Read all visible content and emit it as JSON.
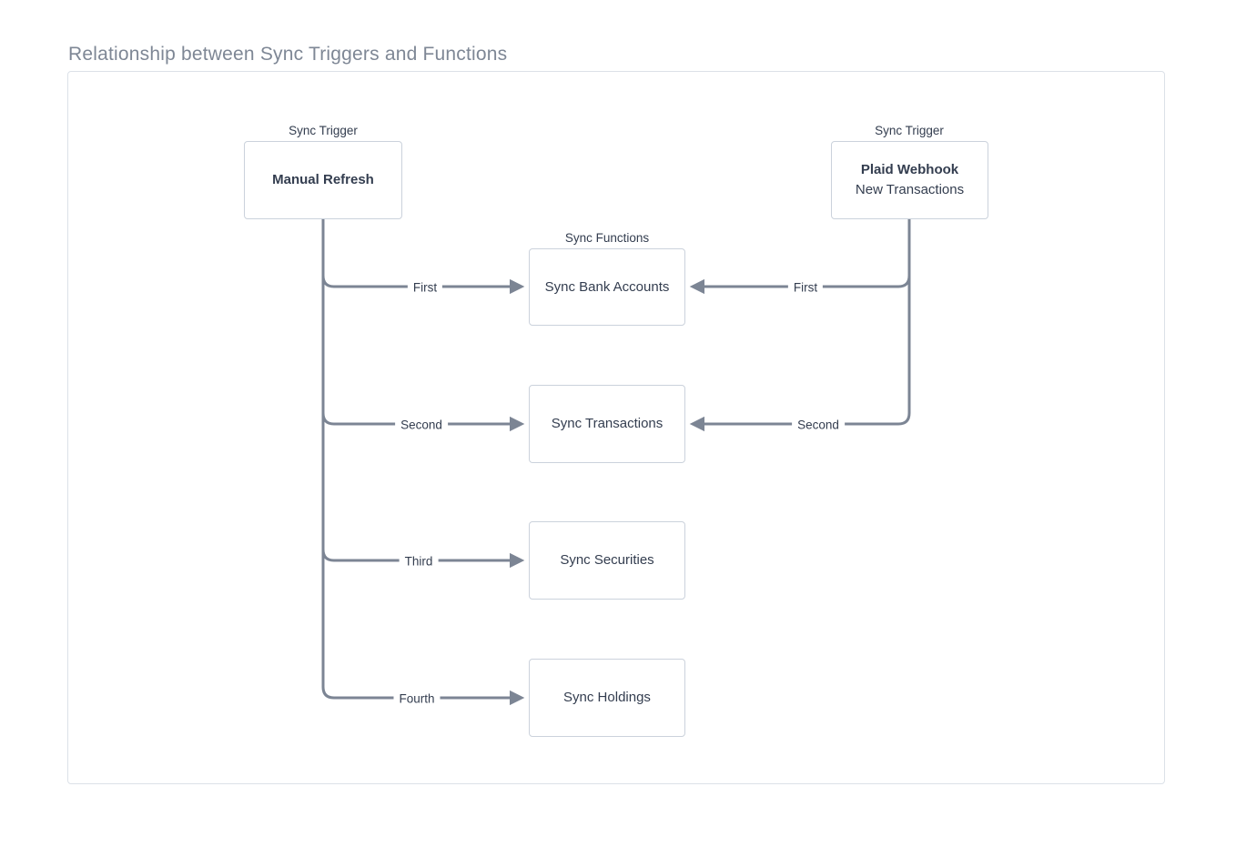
{
  "page": {
    "title": "Relationship between Sync Triggers and Functions"
  },
  "colors": {
    "line": "#7c8594",
    "box_border": "#cbd2dc",
    "container_border": "#dce1e8",
    "title_text": "#7e8795",
    "dark_text": "#333d4f"
  },
  "triggers": {
    "manual_refresh": {
      "group_label": "Sync Trigger",
      "title": "Manual Refresh"
    },
    "plaid_webhook": {
      "group_label": "Sync Trigger",
      "title": "Plaid Webhook",
      "subtitle": "New Transactions"
    }
  },
  "functions": {
    "group_label": "Sync Functions",
    "items": [
      "Sync Bank Accounts",
      "Sync Transactions",
      "Sync Securities",
      "Sync Holdings"
    ]
  },
  "connections": {
    "manual_refresh": [
      "First",
      "Second",
      "Third",
      "Fourth"
    ],
    "plaid_webhook": [
      "First",
      "Second"
    ]
  }
}
